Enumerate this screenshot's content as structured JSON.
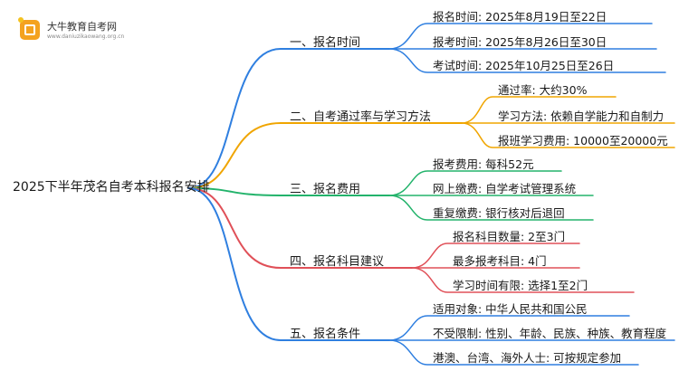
{
  "logo": {
    "name": "大牛教育自考网",
    "url": "www.daniuzikaowang.org.cn"
  },
  "root": "2025下半年茂名自考本科报名安排",
  "branches": [
    {
      "label": "一、报名时间",
      "color": "#2f7fe0",
      "children": [
        "报名时间: 2025年8月19日至22日",
        "报考时间: 2025年8月26日至30日",
        "考试时间: 2025年10月25日至26日"
      ]
    },
    {
      "label": "二、自考通过率与学习方法",
      "color": "#f0a500",
      "children": [
        "通过率: 大约30%",
        "学习方法: 依赖自学能力和自制力",
        "报班学习费用: 10000至20000元"
      ]
    },
    {
      "label": "三、报名费用",
      "color": "#23b36b",
      "children": [
        "报考费用: 每科52元",
        "网上缴费: 自学考试管理系统",
        "重复缴费: 银行核对后退回"
      ]
    },
    {
      "label": "四、报名科目建议",
      "color": "#e05058",
      "children": [
        "报名科目数量: 2至3门",
        "最多报考科目: 4门",
        "学习时间有限: 选择1至2门"
      ]
    },
    {
      "label": "五、报名条件",
      "color": "#2f7fe0",
      "children": [
        "适用对象: 中华人民共和国公民",
        "不受限制: 性别、年龄、民族、种族、教育程度",
        "港澳、台湾、海外人士: 可按规定参加"
      ]
    }
  ]
}
